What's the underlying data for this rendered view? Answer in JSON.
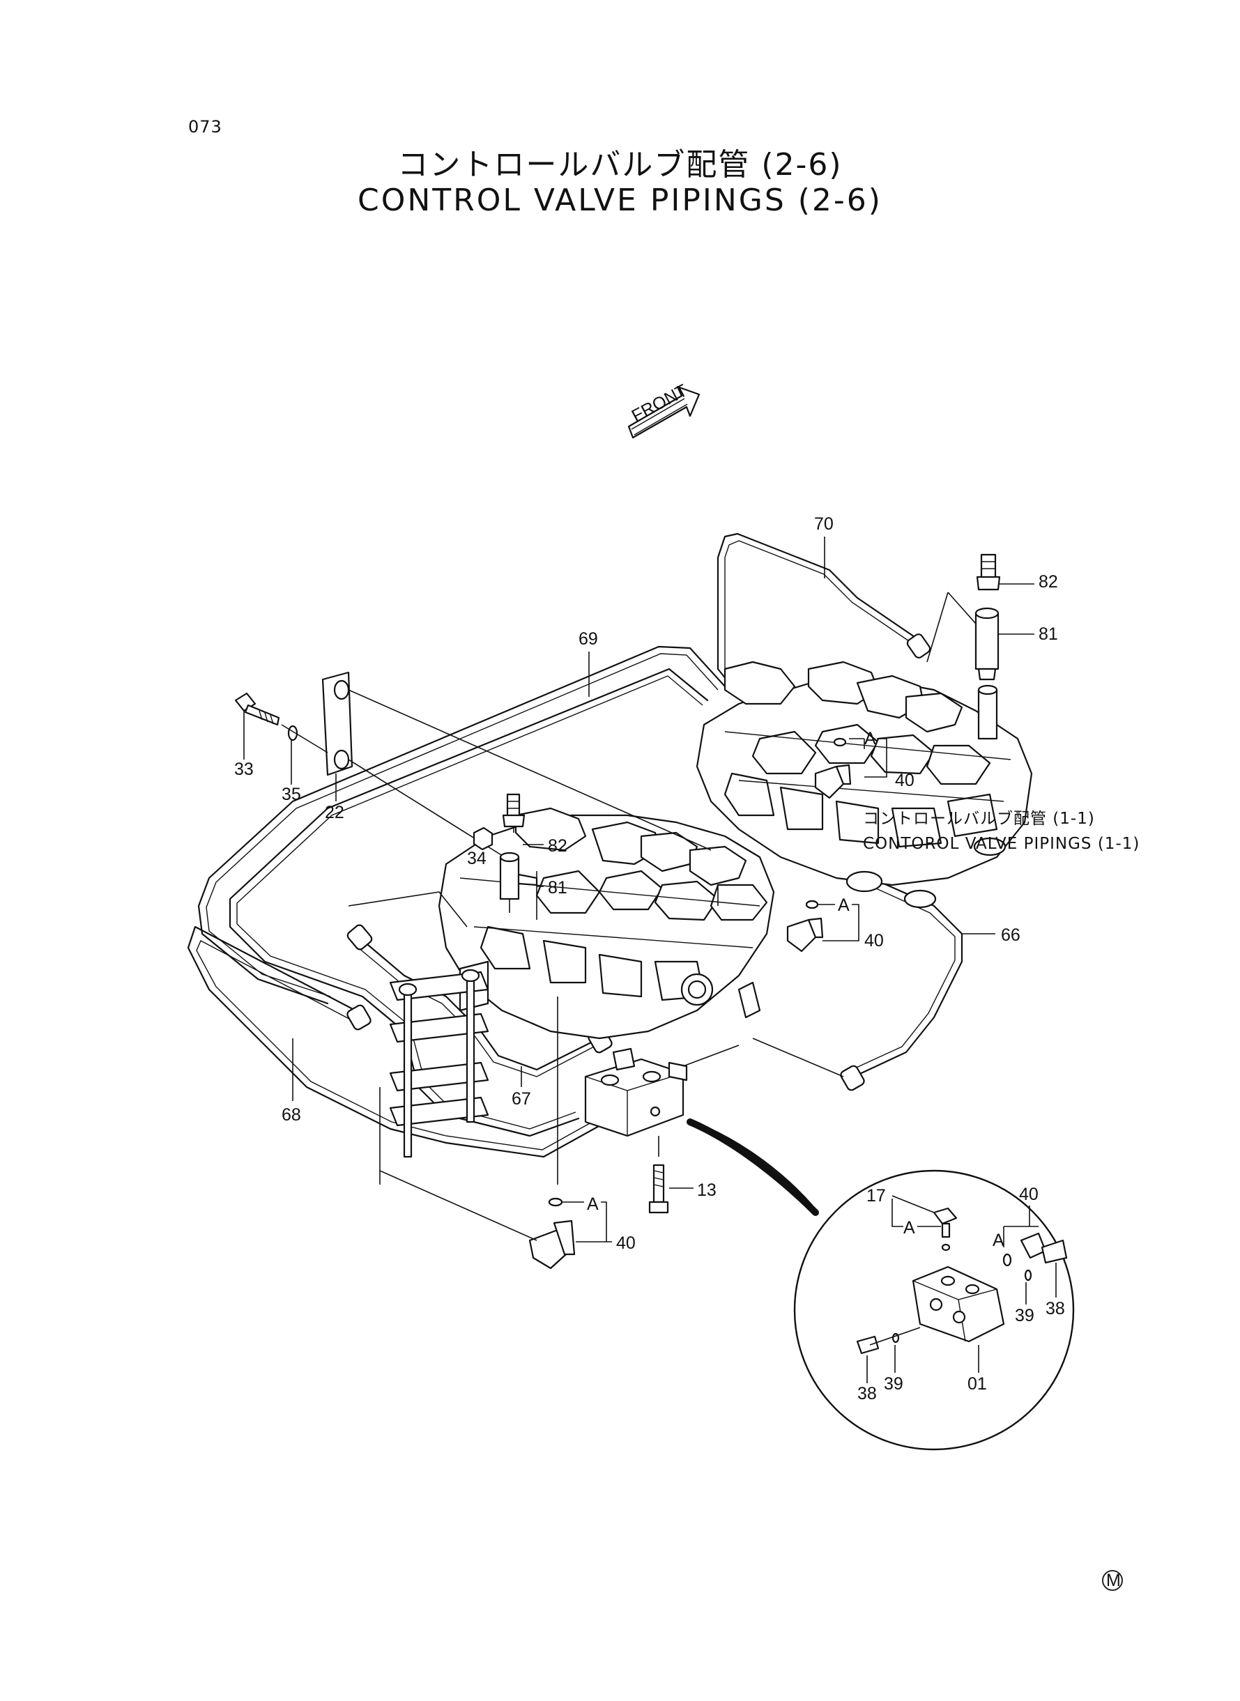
{
  "header": {
    "page_number": "073",
    "title_jp": "コントロールバルブ配管 (2-6)",
    "title_en": "CONTROL VALVE PIPINGS (2-6)"
  },
  "front_arrow": {
    "label": "FRONT"
  },
  "reference_note": {
    "jp": "コントロールバルブ配管 (1-1)",
    "en": "CONTOROL VALVE PIPINGS (1-1)"
  },
  "part_labels": [
    {
      "id": "p70",
      "text": "70"
    },
    {
      "id": "p82a",
      "text": "82"
    },
    {
      "id": "p81a",
      "text": "81"
    },
    {
      "id": "p69",
      "text": "69"
    },
    {
      "id": "p33",
      "text": "33"
    },
    {
      "id": "p35",
      "text": "35"
    },
    {
      "id": "p22",
      "text": "22"
    },
    {
      "id": "p40a",
      "text": "40"
    },
    {
      "id": "p82b",
      "text": "82"
    },
    {
      "id": "p81b",
      "text": "81"
    },
    {
      "id": "p34",
      "text": "34"
    },
    {
      "id": "p40b",
      "text": "40"
    },
    {
      "id": "p66",
      "text": "66"
    },
    {
      "id": "p68",
      "text": "68"
    },
    {
      "id": "p67",
      "text": "67"
    },
    {
      "id": "p13",
      "text": "13"
    },
    {
      "id": "p40c",
      "text": "40"
    },
    {
      "id": "p17",
      "text": "17"
    },
    {
      "id": "p40d",
      "text": "40"
    },
    {
      "id": "p39a",
      "text": "39"
    },
    {
      "id": "p38a",
      "text": "38"
    },
    {
      "id": "p38b",
      "text": "38"
    },
    {
      "id": "p39b",
      "text": "39"
    },
    {
      "id": "p01",
      "text": "01"
    }
  ],
  "callouts": [
    {
      "id": "a1",
      "text": "A"
    },
    {
      "id": "a2",
      "text": "A"
    },
    {
      "id": "a3",
      "text": "A"
    },
    {
      "id": "a4",
      "text": "A"
    },
    {
      "id": "a5",
      "text": "A"
    }
  ],
  "footer_mark": "M"
}
